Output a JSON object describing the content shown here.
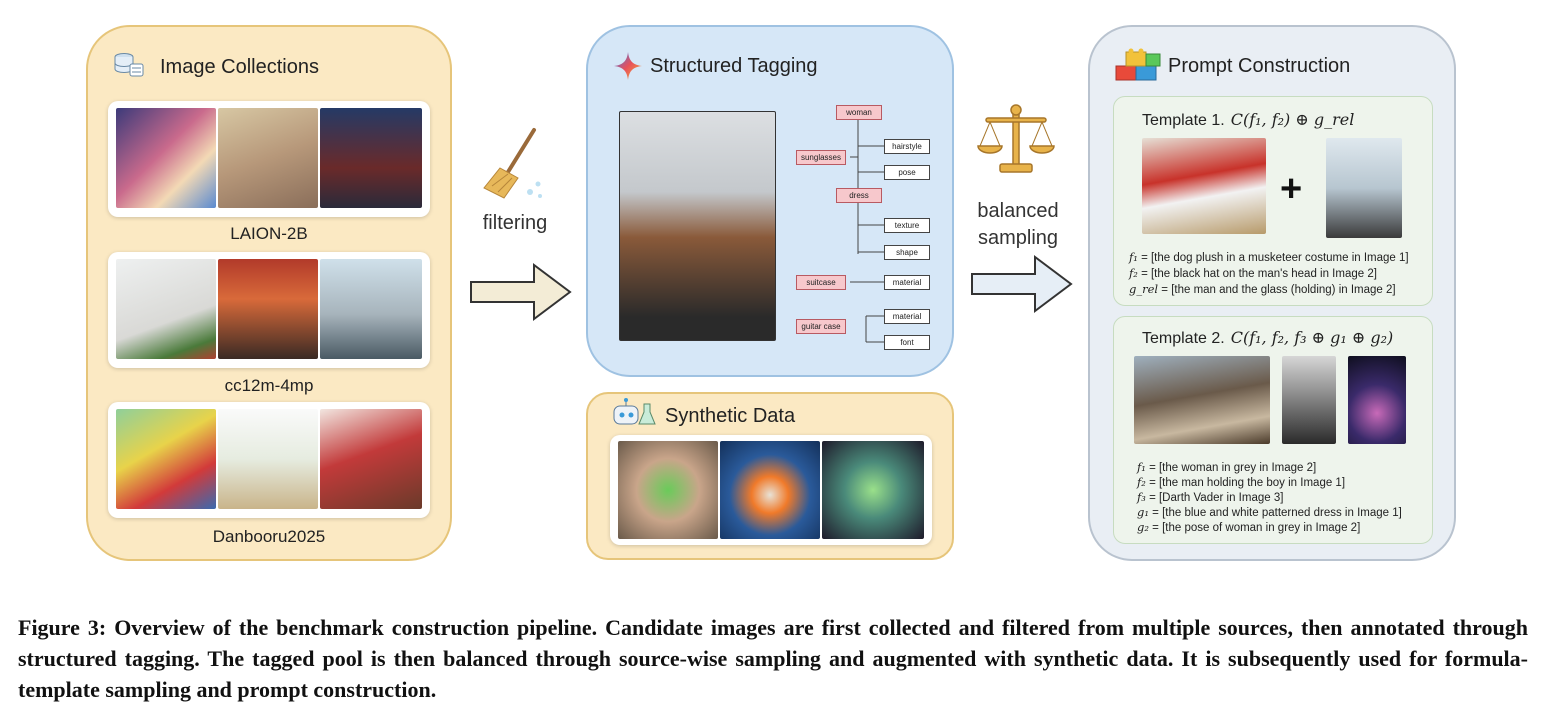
{
  "collections": {
    "title": "Image Collections",
    "sources": [
      {
        "label": "LAION-2B"
      },
      {
        "label": "cc12m-4mp"
      },
      {
        "label": "Danbooru2025"
      }
    ]
  },
  "steps": {
    "filter_label": "filtering",
    "balance_label_1": "balanced",
    "balance_label_2": "sampling"
  },
  "tagging": {
    "title": "Structured Tagging",
    "tree": {
      "root": "woman",
      "hairstyle": "hairstyle",
      "sunglasses": "sunglasses",
      "pose": "pose",
      "dress": "dress",
      "texture": "texture",
      "shape": "shape",
      "suitcase": "suitcase",
      "material_1": "material",
      "material_2": "material",
      "guitar_case": "guitar case",
      "font": "font"
    }
  },
  "synthetic": {
    "title": "Synthetic Data"
  },
  "prompt": {
    "title": "Prompt Construction",
    "template1": {
      "label": "Template 1.",
      "formula": "C(f₁, f₂) ⊕ g_rel",
      "plus": "+",
      "lines": [
        {
          "var": "f₁",
          "text": " = [the dog plush in a musketeer costume in Image 1]"
        },
        {
          "var": "f₂",
          "text": " =  [the black hat on the man's head in Image 2]"
        },
        {
          "var": "g_rel",
          "text": " = [the man and the glass (holding) in Image 2]"
        }
      ]
    },
    "template2": {
      "label": "Template 2.",
      "formula": "C(f₁, f₂, f₃ ⊕ g₁ ⊕ g₂)",
      "lines": [
        {
          "var": "f₁",
          "text": " = [the woman in grey in Image 2]"
        },
        {
          "var": "f₂",
          "text": " = [the man holding the boy in Image 1]"
        },
        {
          "var": "f₃",
          "text": " = [Darth Vader in Image 3]"
        },
        {
          "var": "g₁",
          "text": " = [the blue and white patterned dress in Image 1]"
        },
        {
          "var": "g₂",
          "text": " = [the pose of woman in grey in Image 2]"
        }
      ]
    }
  },
  "caption": "Figure 3: Overview of the benchmark construction pipeline. Candidate images are first collected and filtered from multiple sources, then annotated through structured tagging. The tagged pool is then balanced through source-wise sampling and augmented with synthetic data. It is subsequently used for formula-template sampling and prompt construction.",
  "colors": {
    "collections_bg": "#fbe9c3",
    "tagging_bg": "#d6e7f7",
    "prompt_bg": "#e9eef4",
    "template_bg": "#eef4ec",
    "tag_node": "#f7c8cc"
  },
  "icons": [
    "database-icon",
    "sparkle-icon",
    "robot-icon",
    "blocks-icon",
    "broom-icon",
    "scale-icon",
    "arrow-right-icon"
  ]
}
